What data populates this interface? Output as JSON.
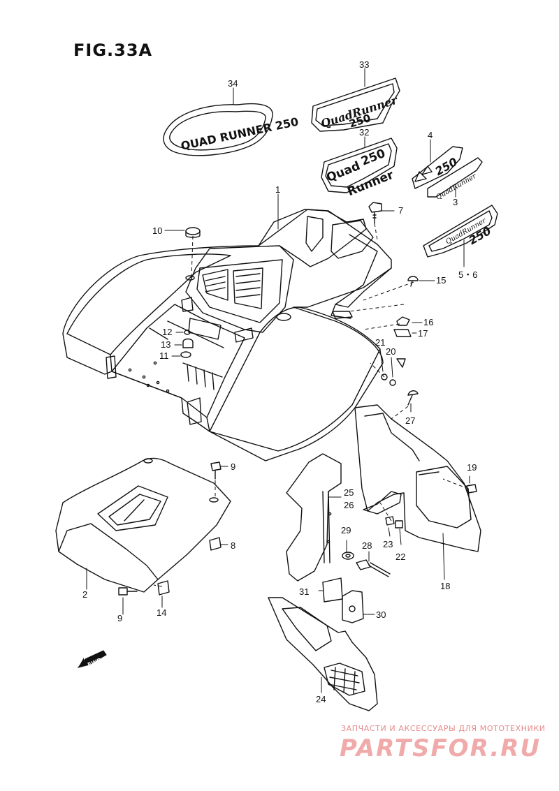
{
  "figure": {
    "title": "FIG.33A"
  },
  "direction_marker": {
    "label": "FWD",
    "icon": "forward-arrow-icon"
  },
  "decals": {
    "d34": "QUAD RUNNER 250",
    "d33_a": "QuadRunner",
    "d33_b": "250",
    "d32_a": "Quad",
    "d32_b": "250",
    "d32_c": "Runner",
    "d4": "250",
    "d3": "QuadRunner",
    "d5_a": "QuadRunner",
    "d5_b": "250"
  },
  "callouts": {
    "c1": "1",
    "c2": "2",
    "c3": "3",
    "c4": "4",
    "c56": "5・6",
    "c7": "7",
    "c8": "8",
    "c9a": "9",
    "c9b": "9",
    "c10": "10",
    "c11": "11",
    "c12": "12",
    "c13": "13",
    "c14": "14",
    "c15": "15",
    "c16": "16",
    "c17": "17",
    "c18": "18",
    "c19": "19",
    "c20": "20",
    "c21": "21",
    "c22": "22",
    "c23": "23",
    "c24": "24",
    "c2526a": "25",
    "c2526b": "26",
    "c27": "27",
    "c28": "28",
    "c29": "29",
    "c30": "30",
    "c31": "31",
    "c32": "32",
    "c33": "33",
    "c34": "34"
  },
  "watermark": {
    "line1": "ЗАПЧАСТИ И АКСЕССУАРЫ ДЛЯ МОТОТЕХНИКИ",
    "line2": "PARTSFOR.RU",
    "color": "#e06060"
  }
}
